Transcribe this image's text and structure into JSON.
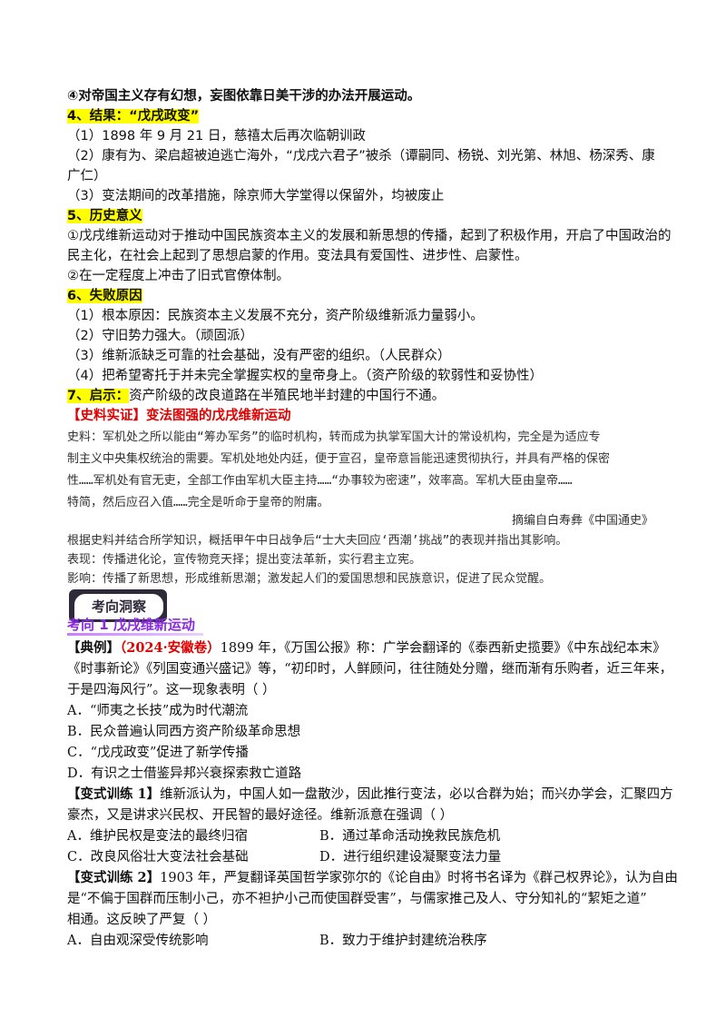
{
  "lines": [
    "④对帝国主义存有幻想，妄图依靠日美干涉的办法开展运动。",
    "4、结果：“戊戌政变”",
    "（1）1898 年 9 月 21 日，慈禧太后再次临朝训政",
    "（2）康有为、梁启超被迫逃亡海外，“戊戌六君子”被杀（谭嗣同、杨锐、刘光第、林旭、杨深秀、康",
    "广仁）",
    "（3）变法期间的改革措施，除京师大学堂得以保留外，均被废止",
    "5、历史意义",
    "①戊戌维新运动对于推动中国民族资本主义的发展和新思想的传播，起到了积极作用，开启了中国政治的",
    "民主化，在社会上起到了思想启蒙的作用。变法具有爱国性、进步性、启蒙性。",
    "②在一定程度上冲击了旧式官僚体制。",
    "6、失败原因",
    "（1）根本原因：民族资本主义发展不充分，资产阶级维新派力量弱小。",
    "（2）守旧势力强大。（顽固派）",
    "（3）维新派缺乏可靠的社会基础，没有严密的组织。（人民群众）",
    "（4）把希望寄托于并未完全掌握实权的皇帝身上。（资产阶级的软弱性和妥协性）"
  ],
  "inspiration_label": "7、启示：",
  "inspiration_text": "资产阶级的改良道路在半殖民地半封建的中国行不通。",
  "source_title": "【史料实证】变法图强的戊戌维新运动",
  "source_lines": [
    "史料：军机处之所以能由“筹办军务”的临时机构，转而成为执掌军国大计的常设机构，完全是为适应专",
    "制主义中央集权统治的需要。军机处地处内廷，便于宣召，皇帝意旨能迅速贯彻执行，并具有严格的保密",
    "性……军机处有官无吏，全部工作由军机大臣主持……“办事较为密速”，效率高。军机大臣由皇帝……",
    "特简，然后应召入值……完全是听命于皇帝的附庸。"
  ],
  "source_citation": "摘编自白寿彝《中国通史》",
  "source_question": "根据史料并结合所学知识，概括甲午中日战争后“士大夫回应‘西潮’挑战”的表现并指出其影响。",
  "source_answer1": "表现：传播进化论，宣传物竞天择；提出变法革新，实行君主立宪。",
  "source_answer2": "影响：传播了新思想，形成维新思潮；激发起人们的爱国思想和民族意识，促进了民众觉醒。",
  "badge_label": "考向洞察",
  "section_title": "考向 1 戊戌维新运动",
  "example": {
    "tag": "【典例】",
    "source": "（2024·安徽卷）",
    "stem1": "1899 年，《万国公报》称：广学会翻译的《泰西新史揽要》《中东战纪本末》",
    "stem2": "《时事新论》《列国变通兴盛记》等，“初印时，人鲜顾问，往往随处分赠，继而渐有乐购者，近三年来，",
    "stem3": "于是四海风行”。这一现象表明（          ）",
    "options": [
      "A．“师夷之长技”成为时代潮流",
      "B．民众普遍认同西方资产阶级革命思想",
      "C．“戊戌政变”促进了新学传播",
      "D．有识之士借鉴异邦兴衰探索救亡道路"
    ]
  },
  "variant1": {
    "tag": "【变式训练 1】",
    "stem1": "维新派认为，中国人如一盘散沙，因此推行变法，必以合群为始；而兴办学会，汇聚四方",
    "stem2": "豪杰，又是讲求兴民权、开民智的最好途径。维新派意在强调（          ）",
    "options": [
      "A．维护民权是变法的最终归宿",
      "B．通过革命活动挽救民族危机",
      "C．改良风俗壮大变法社会基础",
      "D．进行组织建设凝聚变法力量"
    ]
  },
  "variant2": {
    "tag": "【变式训练 2】",
    "stem1": "1903 年，严复翻译英国哲学家弥尔的《论自由》时将书名译为《群己权界论》，认为自由",
    "stem2": "是“不偏于国群而压制小己，亦不袒护小己而使国群受害”，与儒家推己及人、守分知礼的“絜矩之道”",
    "stem3": "相通。这反映了严复（          ）",
    "options": [
      "A．自由观深受传统影响",
      "B．致力于维护封建统治秩序"
    ]
  }
}
